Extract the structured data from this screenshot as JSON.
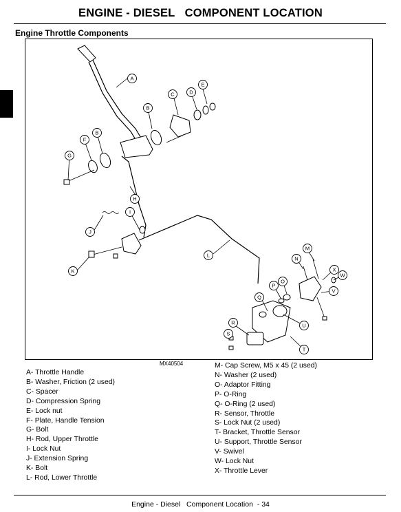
{
  "header": {
    "title": "ENGINE - DIESEL   COMPONENT LOCATION"
  },
  "section": {
    "title": "Engine Throttle Components"
  },
  "figure": {
    "ref": "MX40504",
    "callouts": [
      "A",
      "B",
      "C",
      "D",
      "E",
      "F",
      "B",
      "G",
      "H",
      "I",
      "J",
      "K",
      "L",
      "M",
      "N",
      "O",
      "P",
      "Q",
      "R",
      "S",
      "T",
      "U",
      "V",
      "W",
      "X"
    ]
  },
  "legend": {
    "left": [
      "A- Throttle Handle",
      "B- Washer, Friction (2 used)",
      "C- Spacer",
      "D- Compression Spring",
      "E- Lock nut",
      "F- Plate, Handle Tension",
      "G- Bolt",
      "H- Rod, Upper Throttle",
      "I- Lock Nut",
      "J- Extension Spring",
      "K- Bolt",
      "L- Rod, Lower Throttle"
    ],
    "right": [
      "M- Cap Screw, M5 x 45 (2 used)",
      "N- Washer (2 used)",
      "O- Adaptor Fitting",
      "P- O-Ring",
      "Q- O-Ring (2 used)",
      "R- Sensor, Throttle",
      "S- Lock Nut (2 used)",
      "T- Bracket, Throttle Sensor",
      "U- Support, Throttle Sensor",
      "V- Swivel",
      "W- Lock Nut",
      "X- Throttle Lever"
    ]
  },
  "footer": {
    "text": "Engine - Diesel   Component Location  - 34"
  }
}
